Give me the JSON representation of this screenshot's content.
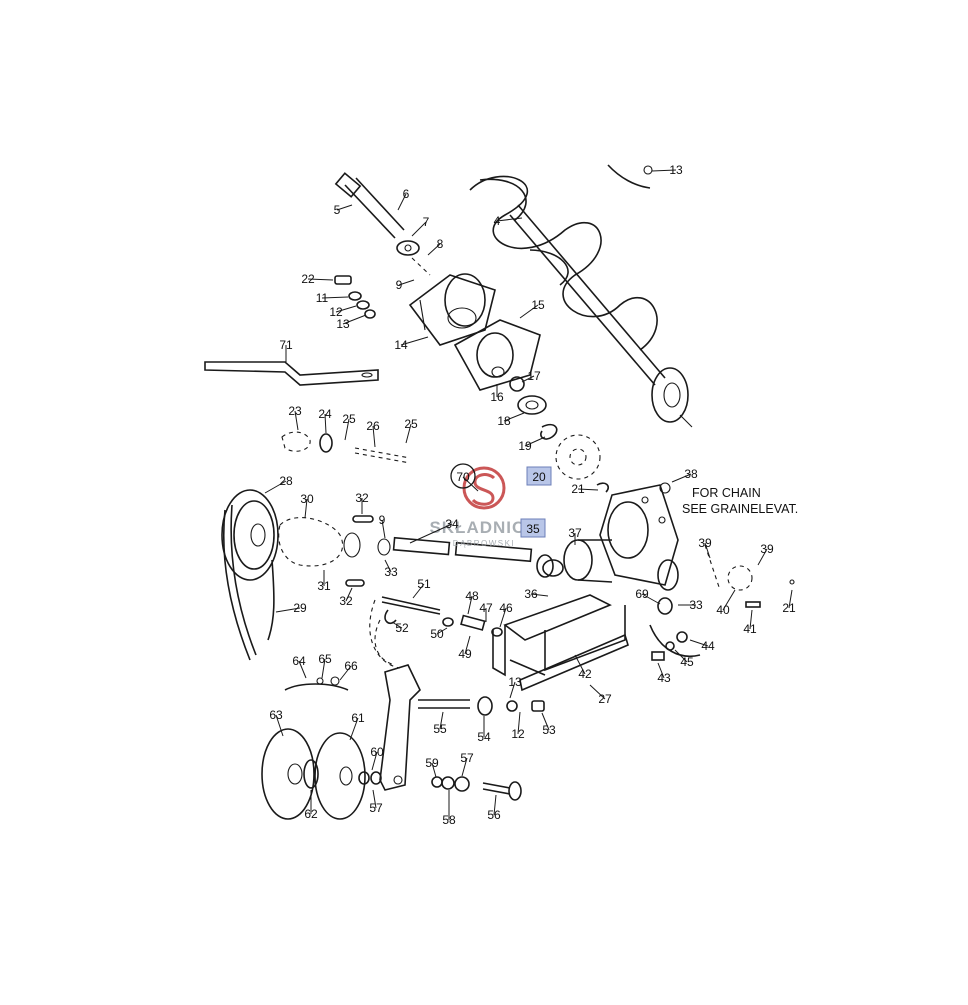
{
  "watermark": {
    "brand": "SKŁADNICA",
    "sub": "DĄBROWSKI",
    "brand_color": "#c23a3a"
  },
  "note": {
    "line1": "FOR CHAIN",
    "line2": "SEE GRAINELEVAT."
  },
  "highlight_color": "#b9c6e8",
  "callouts": [
    {
      "id": "c13a",
      "label": "13"
    },
    {
      "id": "c4",
      "label": "4"
    },
    {
      "id": "c5",
      "label": "5"
    },
    {
      "id": "c6",
      "label": "6"
    },
    {
      "id": "c7",
      "label": "7"
    },
    {
      "id": "c8",
      "label": "8"
    },
    {
      "id": "c9a",
      "label": "9"
    },
    {
      "id": "c22",
      "label": "22"
    },
    {
      "id": "c11",
      "label": "11"
    },
    {
      "id": "c12a",
      "label": "12"
    },
    {
      "id": "c13b",
      "label": "13"
    },
    {
      "id": "c14",
      "label": "14"
    },
    {
      "id": "c15",
      "label": "15"
    },
    {
      "id": "c16",
      "label": "16"
    },
    {
      "id": "c17",
      "label": "17"
    },
    {
      "id": "c18",
      "label": "18"
    },
    {
      "id": "c19",
      "label": "19"
    },
    {
      "id": "c71",
      "label": "71"
    },
    {
      "id": "c23",
      "label": "23"
    },
    {
      "id": "c24",
      "label": "24"
    },
    {
      "id": "c25a",
      "label": "25"
    },
    {
      "id": "c26",
      "label": "26"
    },
    {
      "id": "c25b",
      "label": "25"
    },
    {
      "id": "c70",
      "label": "70",
      "circled": true
    },
    {
      "id": "c20",
      "label": "20",
      "highlighted": true
    },
    {
      "id": "c38",
      "label": "38"
    },
    {
      "id": "c21a",
      "label": "21"
    },
    {
      "id": "c28",
      "label": "28"
    },
    {
      "id": "c30",
      "label": "30"
    },
    {
      "id": "c32a",
      "label": "32"
    },
    {
      "id": "c9b",
      "label": "9"
    },
    {
      "id": "c34",
      "label": "34"
    },
    {
      "id": "c35",
      "label": "35",
      "highlighted": true
    },
    {
      "id": "c37",
      "label": "37"
    },
    {
      "id": "c39a",
      "label": "39"
    },
    {
      "id": "c39b",
      "label": "39"
    },
    {
      "id": "c31",
      "label": "31"
    },
    {
      "id": "c33a",
      "label": "33"
    },
    {
      "id": "c32b",
      "label": "32"
    },
    {
      "id": "c51",
      "label": "51"
    },
    {
      "id": "c36",
      "label": "36"
    },
    {
      "id": "c69",
      "label": "69"
    },
    {
      "id": "c33b",
      "label": "33"
    },
    {
      "id": "c40",
      "label": "40"
    },
    {
      "id": "c21b",
      "label": "21"
    },
    {
      "id": "c29",
      "label": "29"
    },
    {
      "id": "c52",
      "label": "52"
    },
    {
      "id": "c50",
      "label": "50"
    },
    {
      "id": "c48",
      "label": "48"
    },
    {
      "id": "c47",
      "label": "47"
    },
    {
      "id": "c46",
      "label": "46"
    },
    {
      "id": "c49",
      "label": "49"
    },
    {
      "id": "c41",
      "label": "41"
    },
    {
      "id": "c44",
      "label": "44"
    },
    {
      "id": "c45",
      "label": "45"
    },
    {
      "id": "c42",
      "label": "42"
    },
    {
      "id": "c43",
      "label": "43"
    },
    {
      "id": "c27",
      "label": "27"
    },
    {
      "id": "c64",
      "label": "64"
    },
    {
      "id": "c65",
      "label": "65"
    },
    {
      "id": "c66",
      "label": "66"
    },
    {
      "id": "c13c",
      "label": "13"
    },
    {
      "id": "c63",
      "label": "63"
    },
    {
      "id": "c61",
      "label": "61"
    },
    {
      "id": "c55",
      "label": "55"
    },
    {
      "id": "c54",
      "label": "54"
    },
    {
      "id": "c12b",
      "label": "12"
    },
    {
      "id": "c53",
      "label": "53"
    },
    {
      "id": "c60",
      "label": "60"
    },
    {
      "id": "c59",
      "label": "59"
    },
    {
      "id": "c57a",
      "label": "57"
    },
    {
      "id": "c57b",
      "label": "57"
    },
    {
      "id": "c62",
      "label": "62"
    },
    {
      "id": "c58",
      "label": "58"
    },
    {
      "id": "c56",
      "label": "56"
    }
  ]
}
